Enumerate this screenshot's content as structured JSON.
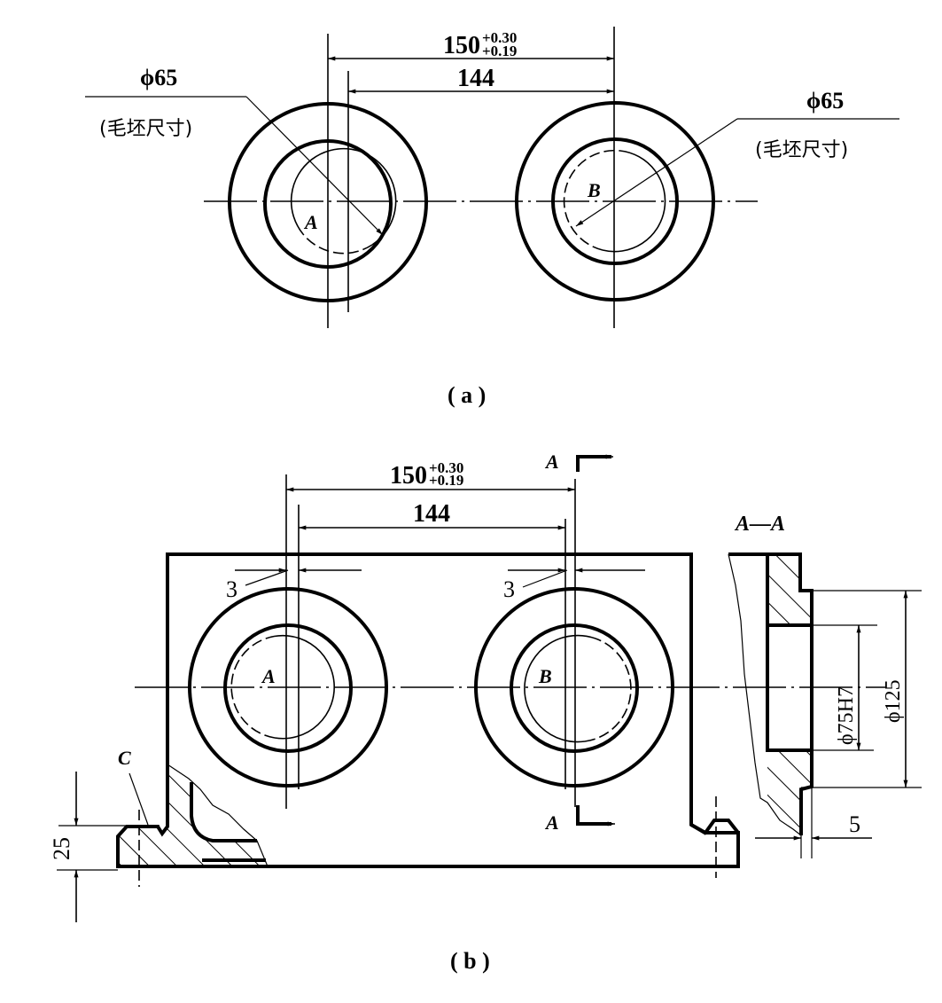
{
  "figure_a": {
    "caption": "( a )",
    "dim_center_distance": {
      "value": "150",
      "upper_tol": "+0.30",
      "lower_tol": "+0.19"
    },
    "dim_offset_distance": "144",
    "left_leader": {
      "value": "ϕ65",
      "note": "(毛坯尺寸)"
    },
    "right_leader": {
      "value": "ϕ65",
      "note": "(毛坯尺寸)"
    },
    "hole_labels": [
      "A",
      "B"
    ]
  },
  "figure_b": {
    "caption": "( b )",
    "dim_center_distance": {
      "value": "150",
      "upper_tol": "+0.30",
      "lower_tol": "+0.19"
    },
    "dim_offset_distance": "144",
    "offset_left": "3",
    "offset_right": "3",
    "hole_labels": [
      "A",
      "B"
    ],
    "section_mark_top": "A",
    "section_mark_bottom": "A",
    "point_label": "C",
    "dim_base_height": "25",
    "section_view": {
      "title": "A—A",
      "bore_dim": "ϕ75H7",
      "outer_dim": "ϕ125",
      "step_dim": "5"
    }
  }
}
